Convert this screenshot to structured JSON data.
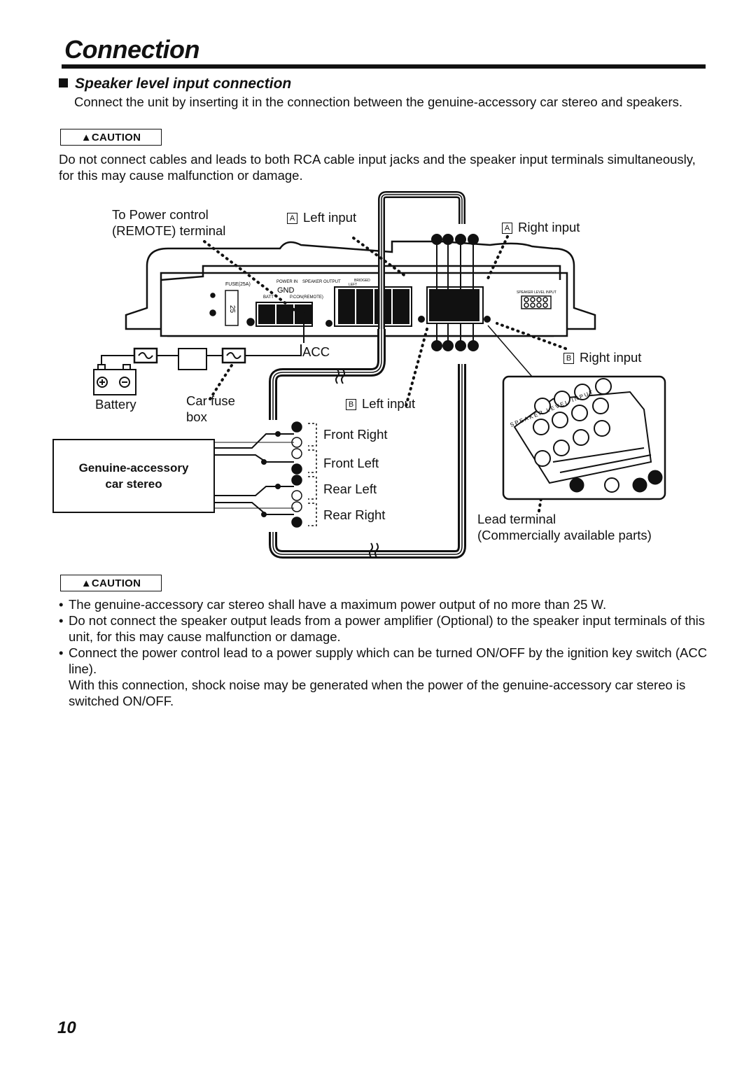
{
  "header": {
    "title": "Connection",
    "section": "Speaker level input connection"
  },
  "intro": "Connect the unit by inserting it in the connection between the genuine-accessory car stereo and speakers.",
  "caution_label": "CAUTION",
  "warning1": "Do not connect cables and leads to both RCA cable input  jacks and the speaker input terminals simultaneously,  for this may cause malfunction or damage.",
  "diagram": {
    "remote_label_1": "To Power control",
    "remote_label_2": "(REMOTE) terminal",
    "a_left_input": "Left input",
    "a_right_input": "Right input",
    "b_right_input": "Right input",
    "b_left_input": "Left input",
    "box_a": "A",
    "box_b": "B",
    "acc": "ACC",
    "battery": "Battery",
    "car_fuse_1": "Car fuse",
    "car_fuse_2": "box",
    "stereo_1": "Genuine-accessory",
    "stereo_2": "car stereo",
    "front_right": "Front Right",
    "front_left": "Front Left",
    "rear_left": "Rear Left",
    "rear_right": "Rear Right",
    "lead_terminal": "Lead terminal",
    "commercial": "(Commercially available parts)",
    "amp_fuse": "FUSE(25A)",
    "amp_fuse_value": "25",
    "amp_gnd": "GND",
    "amp_batt": "BATT",
    "amp_power_in": "POWER IN",
    "amp_power_con": "P.CON(REMOTE)",
    "amp_speaker_output": "SPEAKER OUTPUT",
    "amp_bridged": "BRIDGED",
    "amp_left": "LEFT",
    "amp_speaker_level_input": "SPEAKER LEVEL INPUT",
    "inset_label": "SPEAKER LEVEL INPUT"
  },
  "notes": [
    "The genuine-accessory car stereo shall have a maximum power output of no more than 25 W.",
    "Do not connect the speaker output leads from a power amplifier (Optional) to the speaker input terminals of this unit, for this may cause malfunction  or damage.",
    "Connect the power control lead to a power supply which can be turned ON/OFF by the ignition key switch (ACC line)."
  ],
  "note_continuation": "With this connection, shock noise may be generated when the power of the genuine-accessory car stereo is switched ON/OFF.",
  "page_number": "10"
}
